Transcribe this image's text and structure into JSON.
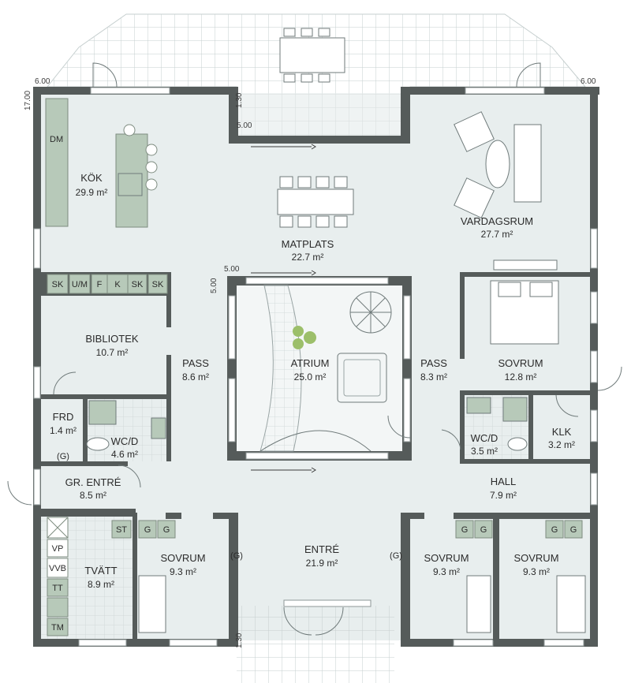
{
  "plan": {
    "colors": {
      "wall": "#555b5a",
      "floor": "#e8eeee",
      "fixture": "#b7c9b9",
      "tile_line": "#c6cfcf",
      "atrium": "#f3f6f6"
    },
    "dimensions": {
      "top_left": "6.00",
      "top_right": "6.00",
      "side_left": "17.00",
      "terrace_top": "1.30",
      "terrace_top_width": "5.00",
      "atrium_width": "5.00",
      "atrium_height": "5.00",
      "entry_terrace": "1.30"
    },
    "rooms": {
      "kok": {
        "name": "KÖK",
        "area": "29.9 m²",
        "fixture": "DM"
      },
      "matplats": {
        "name": "MATPLATS",
        "area": "22.7 m²"
      },
      "vardagsrum": {
        "name": "VARDAGSRUM",
        "area": "27.7 m²"
      },
      "bibliotek": {
        "name": "BIBLIOTEK",
        "area": "10.7 m²"
      },
      "pass_left": {
        "name": "PASS",
        "area": "8.6 m²"
      },
      "atrium": {
        "name": "ATRIUM",
        "area": "25.0 m²"
      },
      "pass_right": {
        "name": "PASS",
        "area": "8.3 m²"
      },
      "sovrum_master": {
        "name": "SOVRUM",
        "area": "12.8 m²"
      },
      "frd": {
        "name": "FRD",
        "area": "1.4 m²"
      },
      "wcd_left": {
        "name": "WC/D",
        "area": "4.6 m²"
      },
      "wcd_right": {
        "name": "WC/D",
        "area": "3.5 m²"
      },
      "klk": {
        "name": "KLK",
        "area": "3.2 m²"
      },
      "gr_entre": {
        "name": "GR. ENTRÉ",
        "area": "8.5 m²"
      },
      "hall": {
        "name": "HALL",
        "area": "7.9 m²"
      },
      "tvatt": {
        "name": "TVÄTT",
        "area": "8.9 m²"
      },
      "sovrum_a": {
        "name": "SOVRUM",
        "area": "9.3 m²"
      },
      "entre": {
        "name": "ENTRÉ",
        "area": "21.9 m²"
      },
      "sovrum_b": {
        "name": "SOVRUM",
        "area": "9.3 m²"
      },
      "sovrum_c": {
        "name": "SOVRUM",
        "area": "9.3 m²"
      }
    },
    "closets": [
      "SK",
      "U/M",
      "F",
      "K",
      "SK",
      "SK"
    ],
    "tvatt_fixtures": [
      "VP",
      "VVB",
      "TT",
      "TM"
    ],
    "st": "ST",
    "g": "G",
    "g_paren": "(G)"
  }
}
